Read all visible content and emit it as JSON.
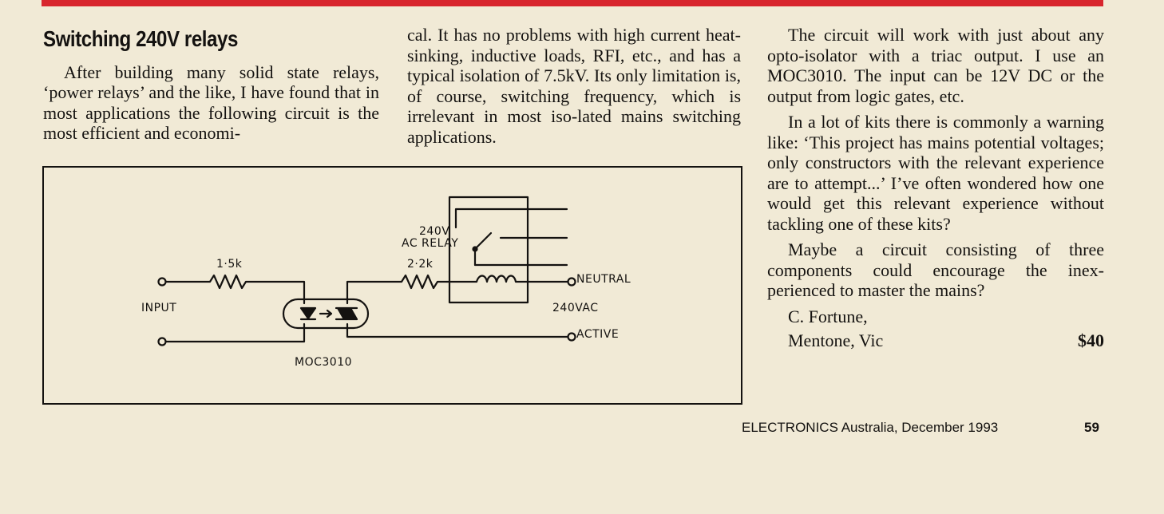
{
  "article": {
    "headline": "Switching 240V relays",
    "col1_text": "After building many solid state relays, ‘power relays’ and the like, I have found that in most applications the following circuit is the most efficient and economi-",
    "col2_text": "cal. It has no problems with high current heat-sinking, inductive loads, RFI, etc., and has a typical isolation of 7.5kV. Its only limitation is, of course, switching frequency, which is irrelevant in most iso-lated mains switching applications.",
    "col3_paragraphs": [
      "The circuit will work with just about any opto-isolator with a triac output. I use an MOC3010. The input can be 12V DC or the output from logic gates, etc.",
      "In a lot of kits there is commonly a warning like: ‘This project has mains potential voltages; only constructors with the relevant experience are to attempt...’ I’ve often wondered how one would get this relevant experience without tackling one of these kits?",
      "Maybe a circuit consisting of three components could encourage the inex-perienced to master the mains?"
    ],
    "author": "C. Fortune,",
    "location": "Mentone, Vic",
    "fee": "$40"
  },
  "schematic": {
    "label_input": "INPUT",
    "label_r1": "1·5k",
    "label_r2": "2·2k",
    "label_relay_line1": "240V",
    "label_relay_line2": "AC RELAY",
    "label_neutral": "NEUTRAL",
    "label_active": "ACTIVE",
    "label_240vac": "240VAC",
    "label_ic": "MOC3010"
  },
  "footer": {
    "publication": "ELECTRONICS Australia, December 1993",
    "page_number": "59"
  },
  "colors": {
    "rule": "#d8262e",
    "paper": "#f1ead6",
    "ink": "#141210"
  }
}
